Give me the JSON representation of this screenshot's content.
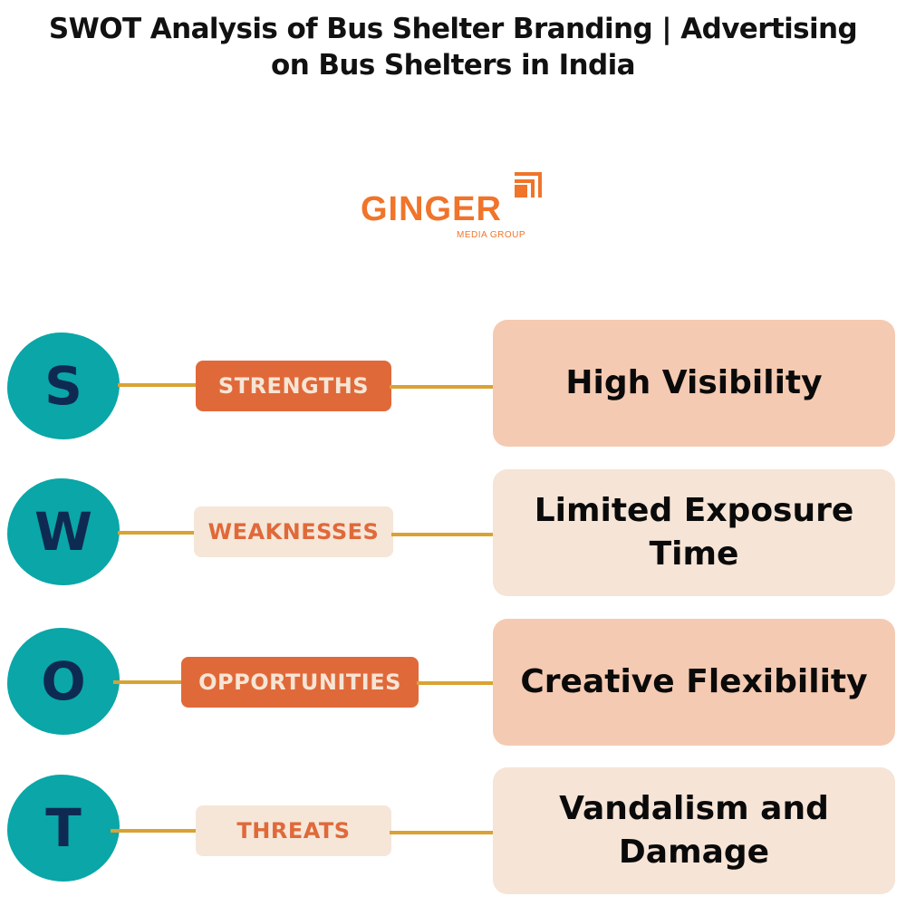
{
  "title": {
    "line1": "SWOT Analysis of  Bus Shelter Branding | Advertising",
    "line2": "on Bus Shelters in India"
  },
  "logo": {
    "name": "GINGER",
    "subtitle": "MEDIA GROUP",
    "color": "#f0742a"
  },
  "swot": [
    {
      "letter": "S",
      "label": "STRENGTHS",
      "text": "High Visibility"
    },
    {
      "letter": "W",
      "label": "WEAKNESSES",
      "text": "Limited Exposure Time"
    },
    {
      "letter": "O",
      "label": "OPPORTUNITIES",
      "text": "Creative Flexibility"
    },
    {
      "letter": "T",
      "label": "THREATS",
      "text": "Vandalism and Damage"
    }
  ],
  "colors": {
    "circle": "#0aa6a8",
    "letter": "#0e2a52",
    "connector": "#d9a233",
    "pill_dark": "#e0693a",
    "pill_light": "#f5e6d8",
    "box_peach": "#f5cab2",
    "box_cream": "#f6e4d6"
  }
}
